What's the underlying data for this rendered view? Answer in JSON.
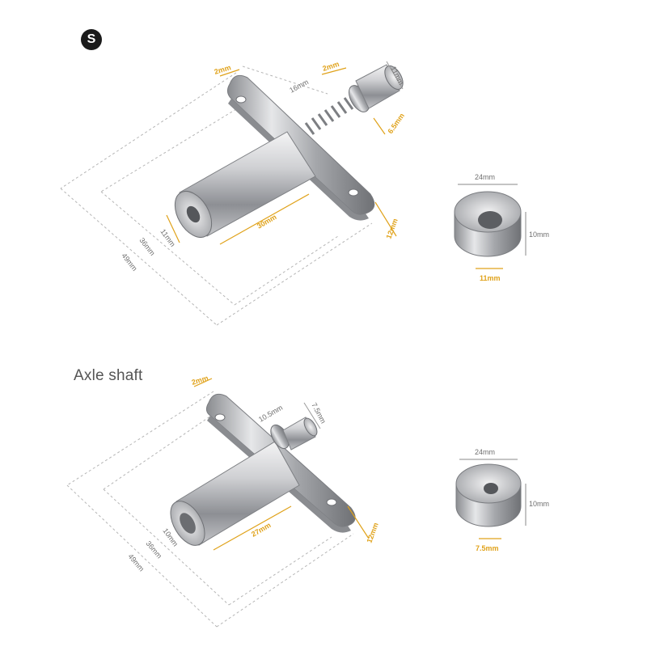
{
  "brand": {
    "badge_letter": "S"
  },
  "section_title": "Axle shaft",
  "top_product": {
    "dimensions": {
      "plate_thickness": "2mm",
      "spring_length": "16mm",
      "collar_thickness": "2mm",
      "tip_diameter": "11mm",
      "collar_offset": "6.5mm",
      "barrel_diameter": "11mm",
      "barrel_length": "30mm",
      "plate_width": "12mm",
      "inner_length": "36mm",
      "total_length": "49mm"
    },
    "washer": {
      "outer_diameter": "24mm",
      "thickness": "10mm",
      "hole_diameter": "11mm"
    }
  },
  "bottom_product": {
    "dimensions": {
      "plate_thickness": "2mm",
      "collar_length": "10.5mm",
      "pin_diameter": "7.5mm",
      "barrel_diameter": "10mm",
      "barrel_length": "27mm",
      "plate_width": "12mm",
      "inner_length": "36mm",
      "total_length": "49mm"
    },
    "washer": {
      "outer_diameter": "24mm",
      "thickness": "10mm",
      "hole_diameter": "7.5mm"
    }
  },
  "colors": {
    "accent_dimension": "#e0a21a",
    "dimension_line": "#9a9a9a",
    "metal": "#b9babd"
  }
}
